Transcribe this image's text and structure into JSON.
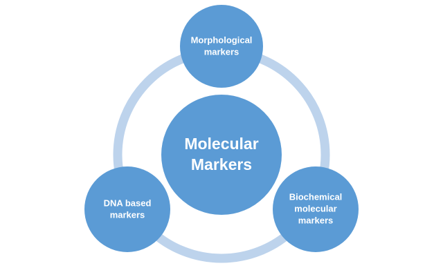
{
  "diagram": {
    "colors": {
      "ring": "#bdd3ec",
      "node_fill": "#5b9bd5",
      "text": "#ffffff"
    },
    "center": {
      "lines": [
        "Molecular",
        "Markers"
      ]
    },
    "nodes": [
      {
        "id": "morphological",
        "lines": [
          "Morphological",
          "markers"
        ]
      },
      {
        "id": "dna-based",
        "lines": [
          "DNA based",
          "markers"
        ]
      },
      {
        "id": "biochemical",
        "lines": [
          "Biochemical",
          "molecular",
          "markers"
        ]
      }
    ]
  }
}
